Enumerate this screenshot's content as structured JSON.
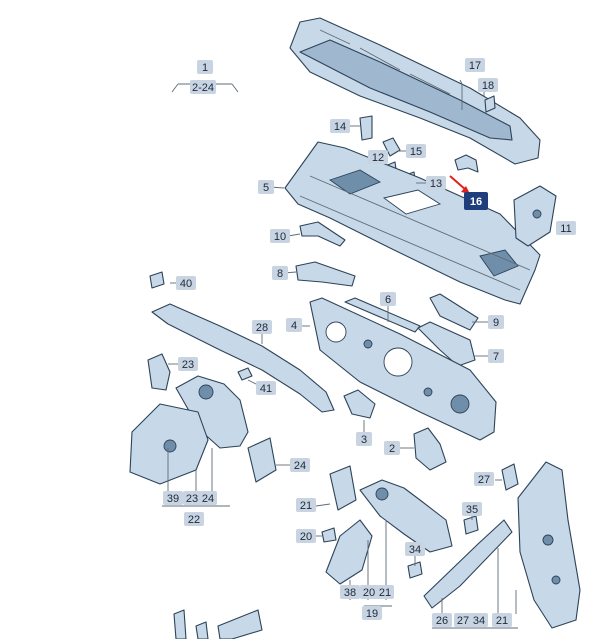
{
  "group_labels": {
    "g1": "1",
    "g1_range": "2-24",
    "g17": "17",
    "g22": "22",
    "g19": "19"
  },
  "callouts": {
    "c2": "2",
    "c3": "3",
    "c4": "4",
    "c5": "5",
    "c6": "6",
    "c7": "7",
    "c8": "8",
    "c9": "9",
    "c10": "10",
    "c11": "11",
    "c12": "12",
    "c13": "13",
    "c14": "14",
    "c15": "15",
    "c16": "16",
    "c18": "18",
    "c20": "20",
    "c21a": "21",
    "c21b": "21",
    "c20b": "20",
    "c21c": "21",
    "c23": "23",
    "c24": "24",
    "c24b": "24",
    "c23b": "23",
    "c39": "39",
    "c26": "26",
    "c27": "27",
    "c27b": "27",
    "c34": "34",
    "c34b": "34",
    "c35": "35",
    "c38": "38",
    "c40": "40",
    "c41": "41",
    "c28": "28"
  },
  "highlight_color": "#1f3f7c",
  "arrow_color": "#e0211b",
  "part_color": "#c7d8e8"
}
